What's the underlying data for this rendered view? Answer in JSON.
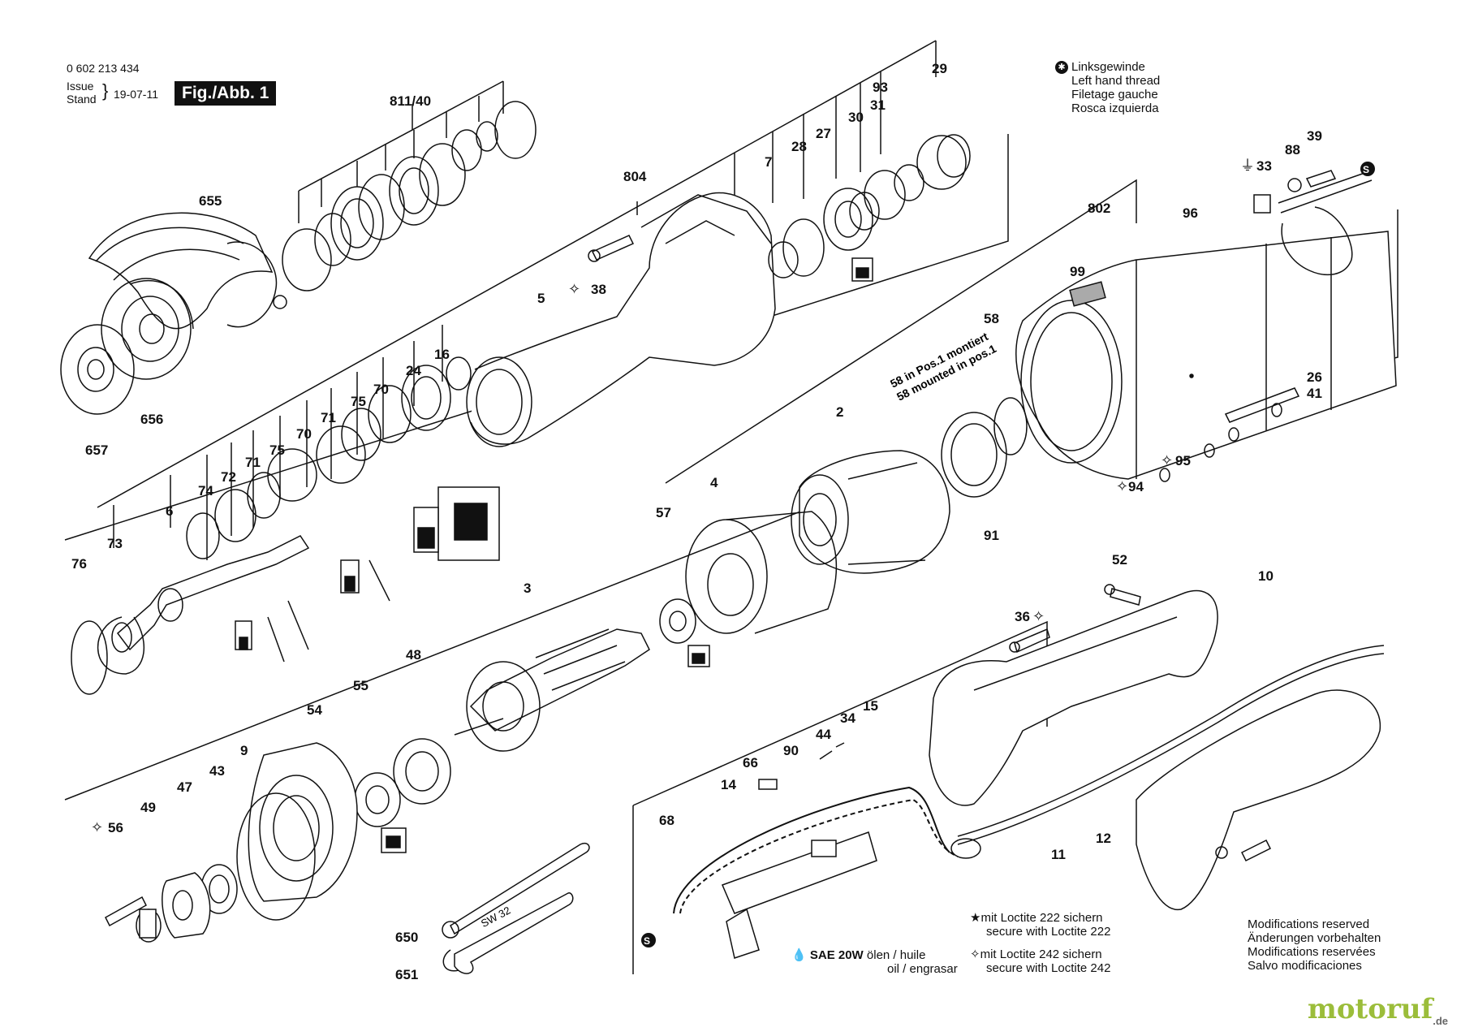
{
  "header": {
    "part_number": "0 602 213 434",
    "issue_label": "Issue",
    "stand_label": "Stand",
    "date": "19-07-11",
    "figure_label": "Fig./Abb. 1"
  },
  "legend_left_thread": {
    "lines": [
      "Linksgewinde",
      "Left hand thread",
      "Filetage gauche",
      "Rosca izquierda"
    ]
  },
  "mounted_note": {
    "line1": "58 in Pos.1 montiert",
    "line2": "58 mounted in pos.1"
  },
  "tool_label": "SW 32",
  "bottom_notes": {
    "loctite222_de": "mit Loctite 222 sichern",
    "loctite222_en": "secure with Loctite 222",
    "loctite242_de": "mit Loctite 242 sichern",
    "loctite242_en": "secure with Loctite 242",
    "oil_line1": "SAE 20W",
    "oil_line1_rest": "ölen / huile",
    "oil_line2": "oil / engrasar"
  },
  "modifications": {
    "lines": [
      "Modifications reserved",
      "Änderungen vorbehalten",
      "Modifications reservées",
      "Salvo modificaciones"
    ]
  },
  "brand": {
    "name": "motoruf",
    "tld": ".de",
    "color": "#9bbd3a"
  },
  "part_labels": {
    "p29": "29",
    "p93": "93",
    "p31": "31",
    "p30": "30",
    "p27": "27",
    "p28": "28",
    "p7": "7",
    "p804": "804",
    "p811_40": "811/40",
    "p655": "655",
    "p656": "656",
    "p657": "657",
    "p38": "38",
    "p5": "5",
    "p16": "16",
    "p24": "24",
    "p70a": "70",
    "p75a": "75",
    "p71a": "71",
    "p70b": "70",
    "p75b": "75",
    "p71b": "71",
    "p72": "72",
    "p74": "74",
    "p6": "6",
    "p73": "73",
    "p76": "76",
    "p58": "58",
    "p2": "2",
    "p4": "4",
    "p57": "57",
    "p91": "91",
    "p802": "802",
    "p96": "96",
    "p99": "99",
    "p33": "33",
    "p88": "88",
    "p39": "39",
    "p26": "26",
    "p41": "41",
    "p95": "95",
    "p94": "94",
    "p3": "3",
    "p48": "48",
    "p55": "55",
    "p54": "54",
    "p9": "9",
    "p43": "43",
    "p47": "47",
    "p49": "49",
    "p56": "56",
    "p650": "650",
    "p651": "651",
    "p52": "52",
    "p10": "10",
    "p36": "36",
    "p66": "66",
    "p90": "90",
    "p44": "44",
    "p34": "34",
    "p15": "15",
    "p14": "14",
    "p68": "68",
    "p11": "11",
    "p12": "12"
  }
}
